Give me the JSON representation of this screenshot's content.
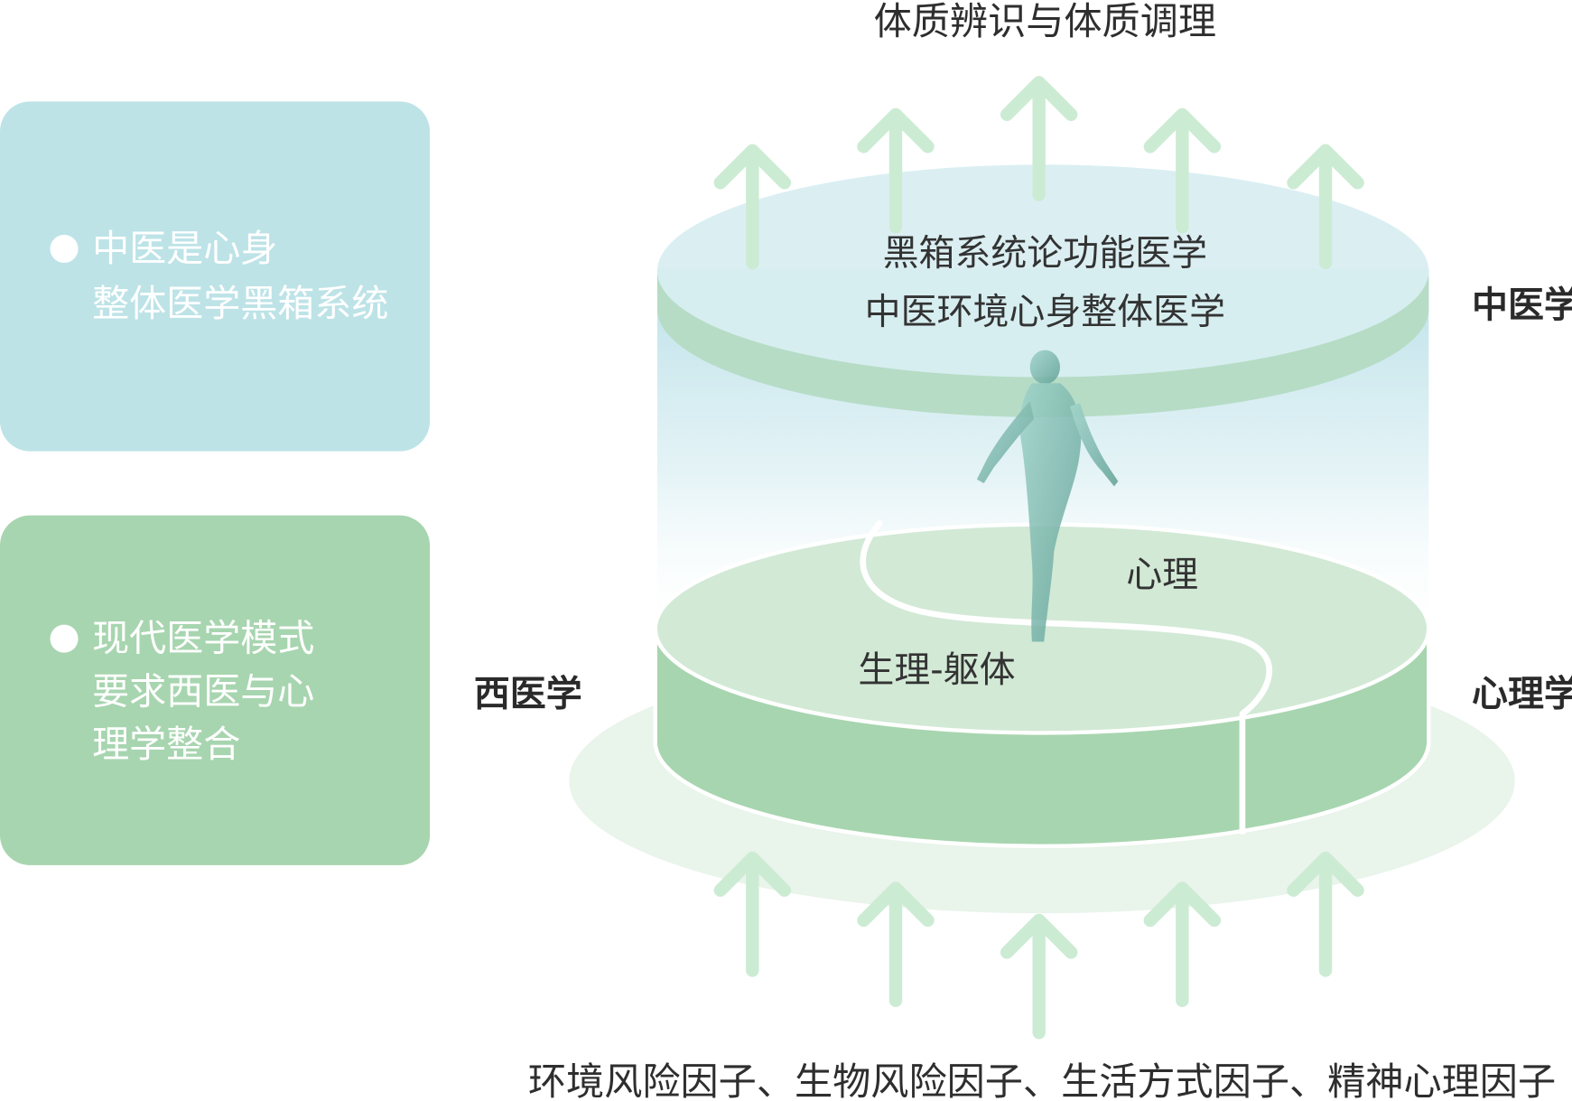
{
  "top_label": "体质辨识与体质调理",
  "bottom_label": "环境风险因子、生物风险因子、生活方式因子、精神心理因子",
  "cards": [
    {
      "lines": [
        "中医是心身",
        "整体医学黑箱系统"
      ],
      "color": "#bde3e7"
    },
    {
      "lines": [
        "现代医学模式",
        "要求西医与心",
        "理学整合"
      ],
      "color": "#a7d5af"
    }
  ],
  "cylinder": {
    "top_lines": [
      "黑箱系统论功能医学",
      "中医环境心身整体医学"
    ],
    "base_left": "生理-躯体",
    "base_right": "心理"
  },
  "side_labels": {
    "tcm": "中医学",
    "western": "西医学",
    "psychology": "心理学"
  },
  "colors": {
    "tcm_blue": "#d9eef2",
    "base_green": "#a7d5af",
    "base_top": "#d2e9d6",
    "arrow": "#ccebd3"
  }
}
